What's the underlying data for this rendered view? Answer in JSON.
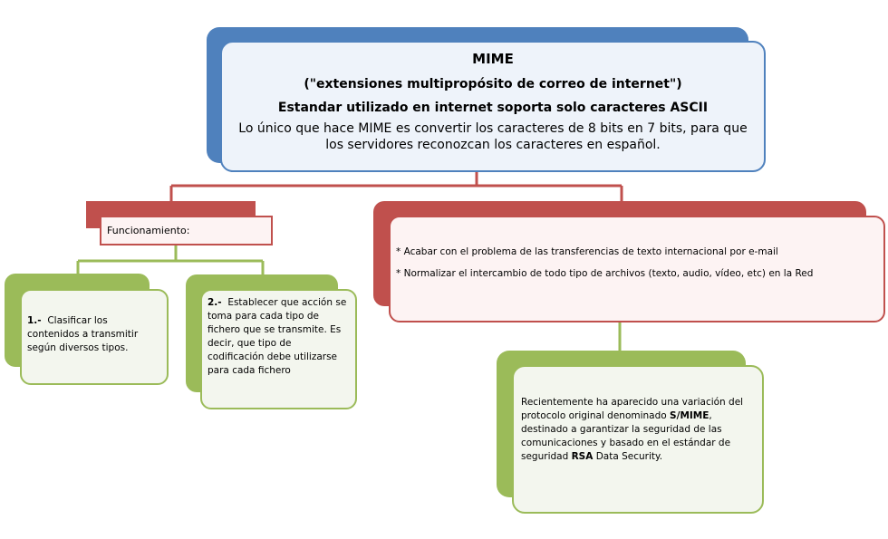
{
  "top": {
    "title": "MIME",
    "subtitle": "(\"extensiones multipropósito de correo de internet\")",
    "line3": "Estandar utilizado en internet soporta solo caracteres ASCII",
    "line4": "Lo único que hace MIME es convertir los caracteres de 8 bits en 7 bits, para que los servidores reconozcan los caracteres en español."
  },
  "funcionamiento": {
    "label": "Funcionamiento:"
  },
  "right_box": {
    "item1": "* Acabar con el problema de las transferencias de texto internacional por e-mail",
    "item2": "* Normalizar el intercambio de todo tipo de archivos (texto, audio, vídeo, etc) en la Red"
  },
  "box1": {
    "number": "1.-",
    "text": "  Clasificar los contenidos a transmitir según diversos tipos."
  },
  "box2": {
    "number": "2.-",
    "text": "  Establecer que acción se toma para cada tipo de fichero que se transmite. Es decir, que tipo de codificación debe utilizarse para cada fichero"
  },
  "box3": {
    "part1": "Recientemente ha aparecido una variación del protocolo original denominado ",
    "bold1": "S/MIME",
    "part2": ", destinado a garantizar la seguridad de las comunicaciones y basado en el estándar de seguridad ",
    "bold2": "RSA",
    "part3": " Data Security."
  },
  "colors": {
    "blue": "#4f81bd",
    "red": "#c0504d",
    "green": "#9bbb59"
  }
}
